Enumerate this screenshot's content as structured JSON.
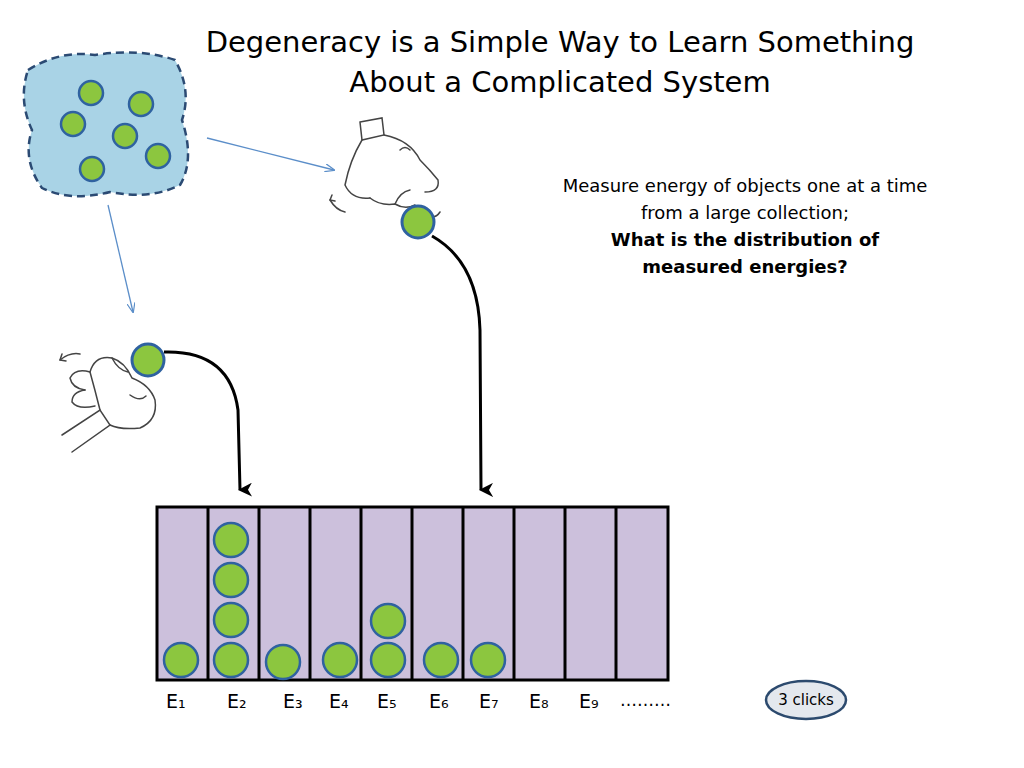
{
  "diagram": {
    "title": "Degeneracy is a Simple Way to Learn Something About a Complicated System",
    "nodes": [
      {
        "text": [
          "3 clicks"
        ]
      }
    ],
    "labels": [
      "Measure energy of objects one at a time from a large collection;",
      "What is the distribution of measured energies?",
      "E₁",
      "E₂",
      "E₃",
      "E₄",
      "E₅",
      "E₆",
      "E₇",
      "E₈",
      "E₉",
      "………"
    ]
  }
}
